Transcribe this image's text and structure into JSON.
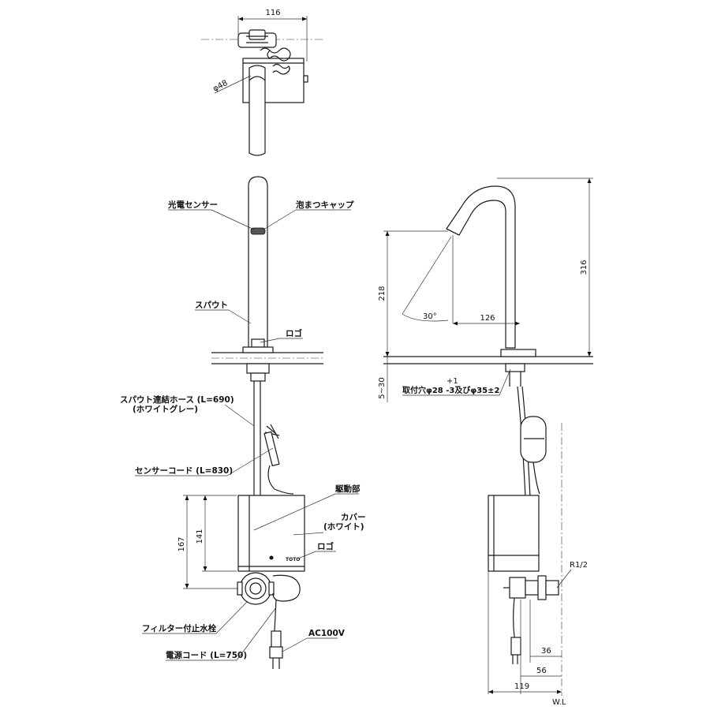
{
  "dimensions": {
    "top_width": "116",
    "diameter": "φ48",
    "height_218": "218",
    "height_316": "316",
    "reach_126": "126",
    "angle": "30°",
    "counter_range": "5~30",
    "mount_hole_tol": "+1",
    "mount_hole": "取付穴φ28 -3及びφ35±2",
    "box_h_167": "167",
    "box_h_141": "141",
    "r_thread": "R1/2",
    "d36": "36",
    "d56": "56",
    "d119": "119",
    "wl": "W.L"
  },
  "labels": {
    "photo_sensor": "光電センサー",
    "foam_cap": "泡まつキャップ",
    "spout": "スパウト",
    "logo1": "ロゴ",
    "hose_line1": "スパウト連結ホース (L=690)",
    "hose_line2": "(ホワイトグレー)",
    "sensor_cord": "センサーコード (L=830)",
    "drive": "駆動部",
    "cover_line1": "カバー",
    "cover_line2": "(ホワイト)",
    "logo2": "ロゴ",
    "filter_valve": "フィルター付止水栓",
    "ac": "AC100V",
    "power_cord": "電源コード (L=750)",
    "brand": "TOTO"
  }
}
